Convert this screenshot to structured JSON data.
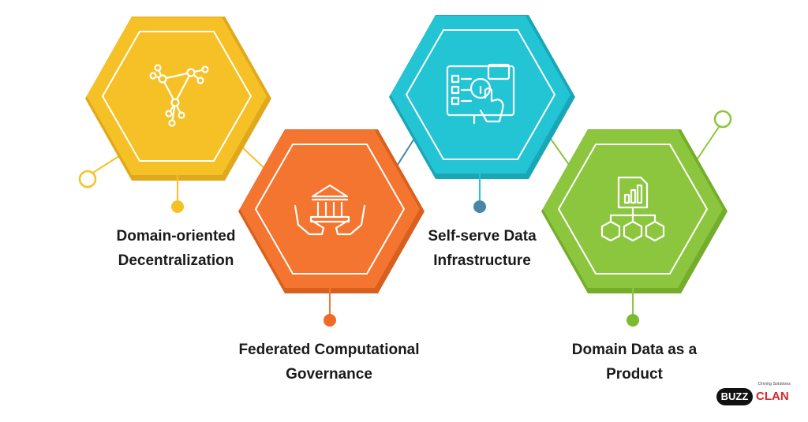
{
  "diagram": {
    "nodes": [
      {
        "id": "domain-oriented",
        "lines": [
          "Domain-oriented",
          "Decentralization"
        ],
        "icon": "network-graph-icon",
        "color": "#f6c126",
        "color_dark": "#e0a91c",
        "dot_color": "#f6c126"
      },
      {
        "id": "federated",
        "lines": [
          "Federated Computational",
          "Governance"
        ],
        "icon": "bank-in-hands-icon",
        "color": "#f4752f",
        "color_dark": "#d95f1e",
        "dot_color": "#ef6a25"
      },
      {
        "id": "self-serve",
        "lines": [
          "Self-serve Data",
          "Infrastructure"
        ],
        "icon": "touch-screen-info-icon",
        "color": "#23c4d4",
        "color_dark": "#19a7b8",
        "dot_color": "#4a86a8"
      },
      {
        "id": "data-product",
        "lines": [
          "Domain Data as a",
          "Product"
        ],
        "icon": "data-product-boxes-icon",
        "color": "#8cc63f",
        "color_dark": "#74ad2c",
        "dot_color": "#7cba2e"
      }
    ]
  },
  "logo": {
    "tagline": "Driving Solutions",
    "word1": "BUZZ",
    "word2": "CLAN",
    "accent": "#d8262b"
  }
}
